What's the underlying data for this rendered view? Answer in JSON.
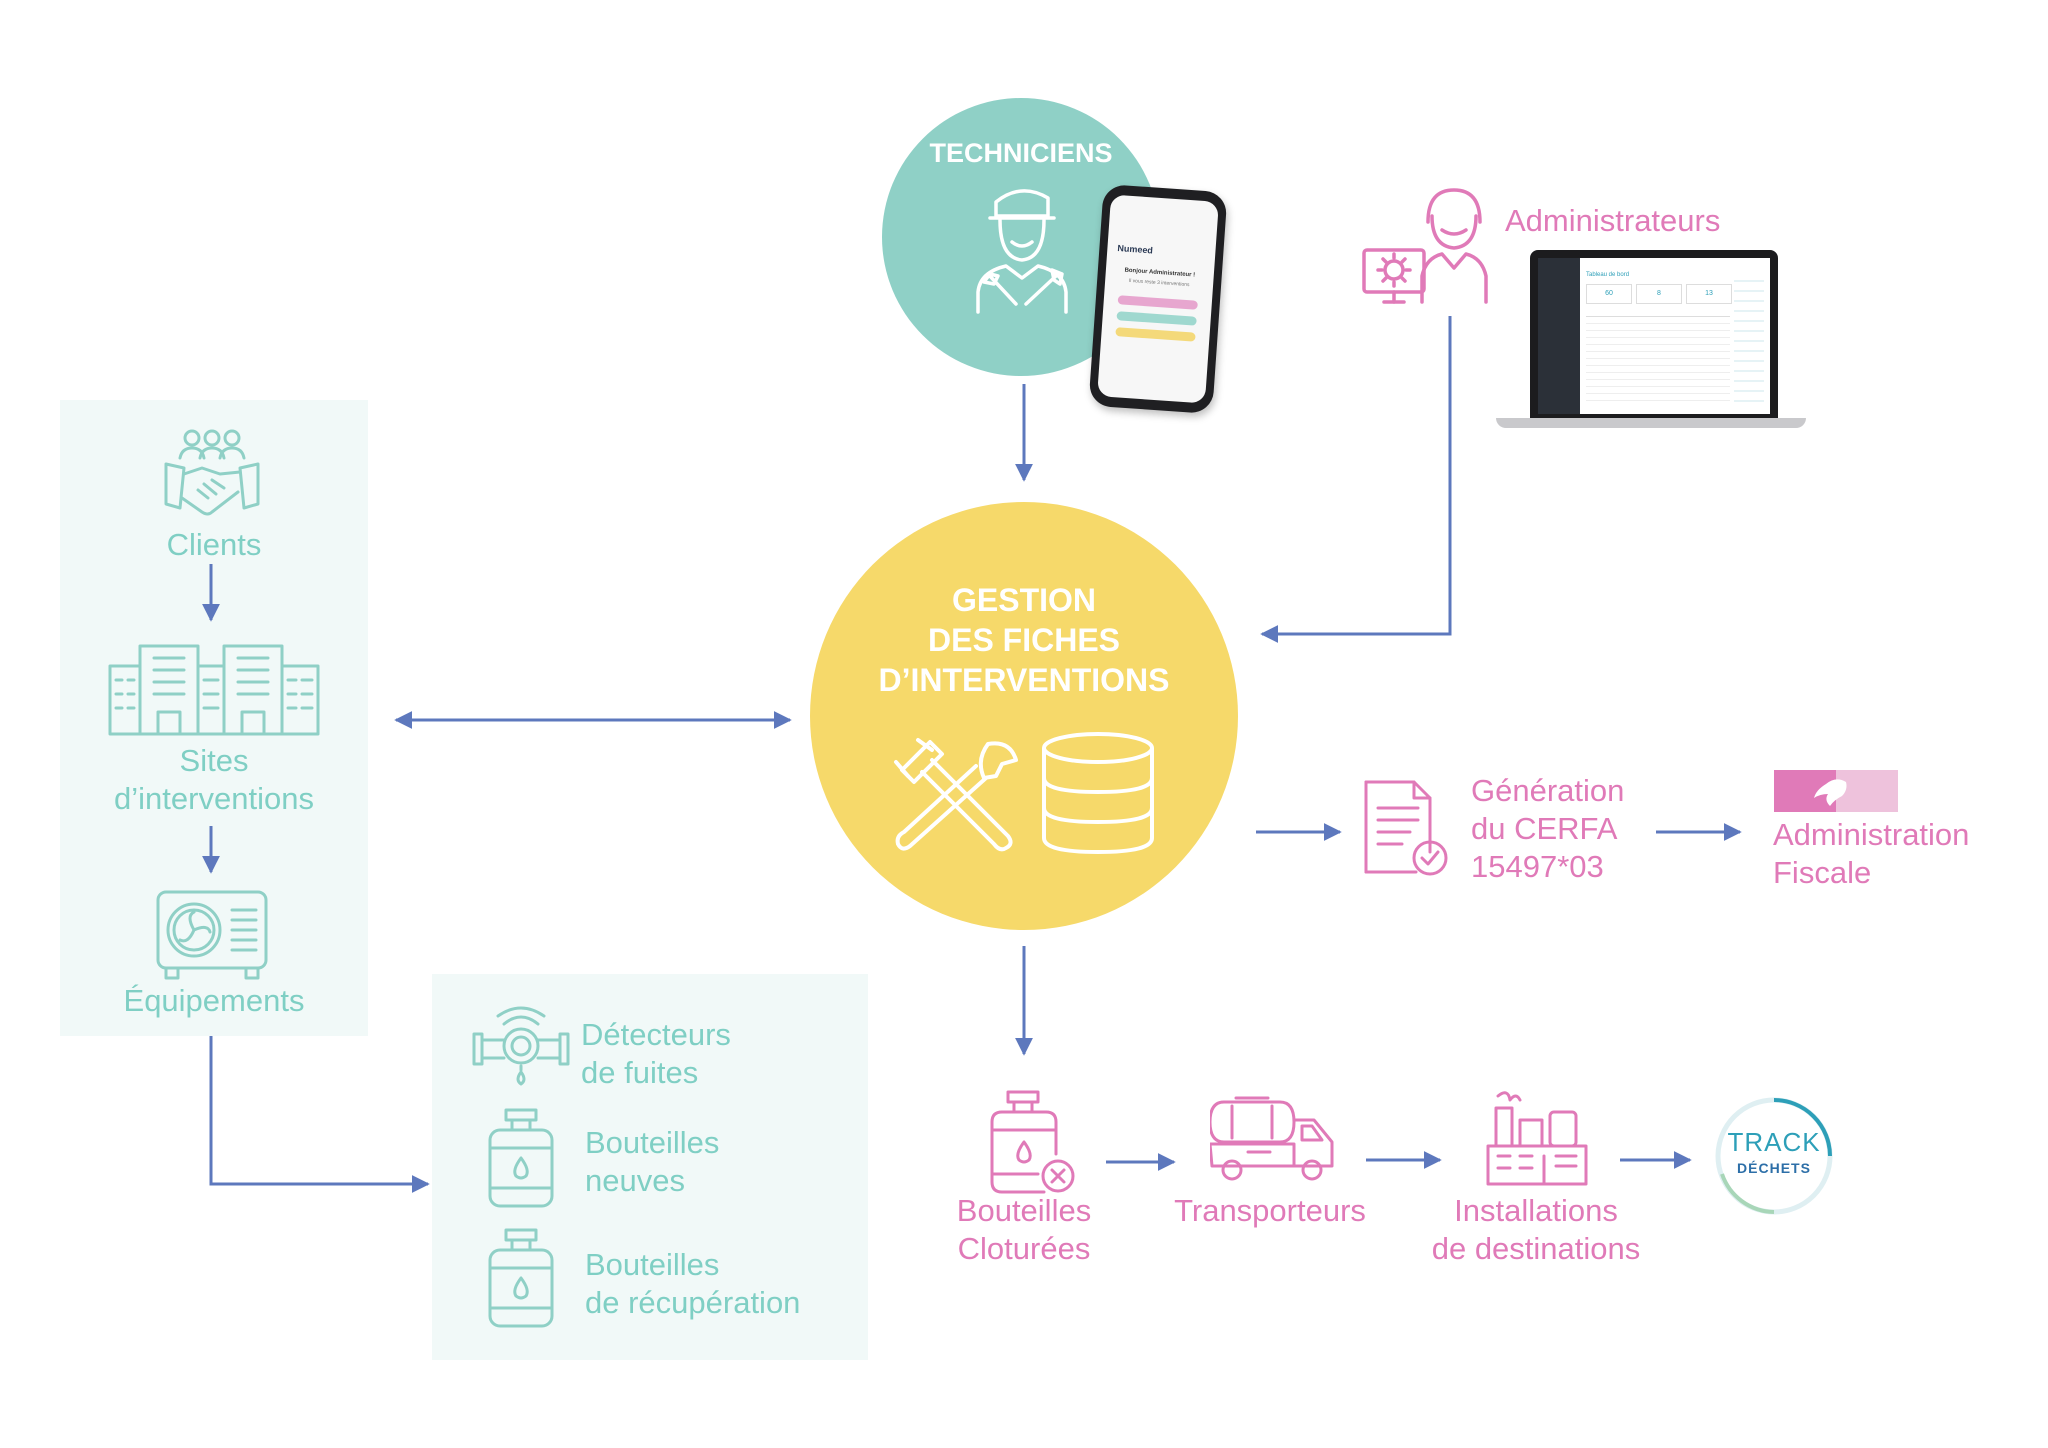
{
  "nodes": {
    "techniciens": "TECHNICIENS",
    "gestion": [
      "GESTION",
      "DES FICHES",
      "D’INTERVENTIONS"
    ],
    "administrateurs": "Administrateurs",
    "clients": "Clients",
    "sites": [
      "Sites",
      "d’interventions"
    ],
    "equipements": "Équipements",
    "detecteurs": [
      "Détecteurs",
      "de fuites"
    ],
    "bouteilles_neuves": [
      "Bouteilles",
      "neuves"
    ],
    "bouteilles_recuperation": [
      "Bouteilles",
      "de récupération"
    ],
    "cerfa": [
      "Génération",
      "du CERFA",
      "15497*03"
    ],
    "administration_fiscale": [
      "Administration",
      "Fiscale"
    ],
    "bouteilles_cloturees": [
      "Bouteilles",
      "Cloturées"
    ],
    "transporteurs": "Transporteurs",
    "installations": [
      "Installations",
      "de destinations"
    ],
    "track_dechets": [
      "TRACK",
      "DÉCHETS"
    ]
  },
  "phone_app": {
    "brand": "Numeed",
    "greeting": "Bonjour Administrateur !",
    "subtitle": "Il vous reste 3 interventions"
  },
  "dashboard": {
    "title": "Tableau de bord",
    "kpis": [
      "60",
      "8",
      "13"
    ]
  },
  "colors": {
    "teal": "#8fd0c6",
    "teal_text": "#7fcfc4",
    "yellow": "#f6d96a",
    "pink": "#e07ab8",
    "arrow": "#5d78bd",
    "panel": "#f1f9f8"
  }
}
